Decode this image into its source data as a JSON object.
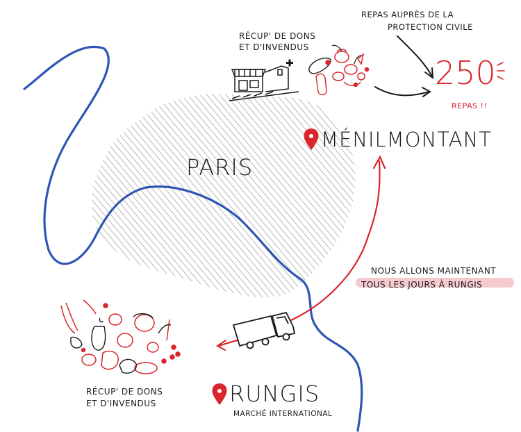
{
  "colors": {
    "river": "#2f55b4",
    "accent": "#d9252b",
    "ink": "#1a1a1a",
    "hatch": "#8a8a8a",
    "highlight": "#f6c9cf"
  },
  "labels": {
    "top_collect": [
      "RÉCUP' DE DONS",
      "ET D'INVENDUS"
    ],
    "civil_protection": [
      "REPAS AUPRÈS DE LA",
      "PROTECTION CIVILE"
    ],
    "meals_count": "250",
    "meals_unit": "REPAS !!",
    "paris": "PARIS",
    "menilmontant": "MÉNILMONTANT",
    "rungis": "RUNGIS",
    "rungis_sub": "MARCHÉ INTERNATIONAL",
    "daily_note": [
      "NOUS ALLONS MAINTENANT",
      "TOUS LES JOURS À RUNGIS"
    ],
    "bottom_collect": [
      "RÉCUP' DE DONS",
      "ET D'INVENDUS"
    ]
  },
  "icons": [
    "map-pin-icon",
    "truck-icon",
    "shop-icon",
    "bread-icon",
    "vegetables-icon",
    "arrow-icon"
  ]
}
